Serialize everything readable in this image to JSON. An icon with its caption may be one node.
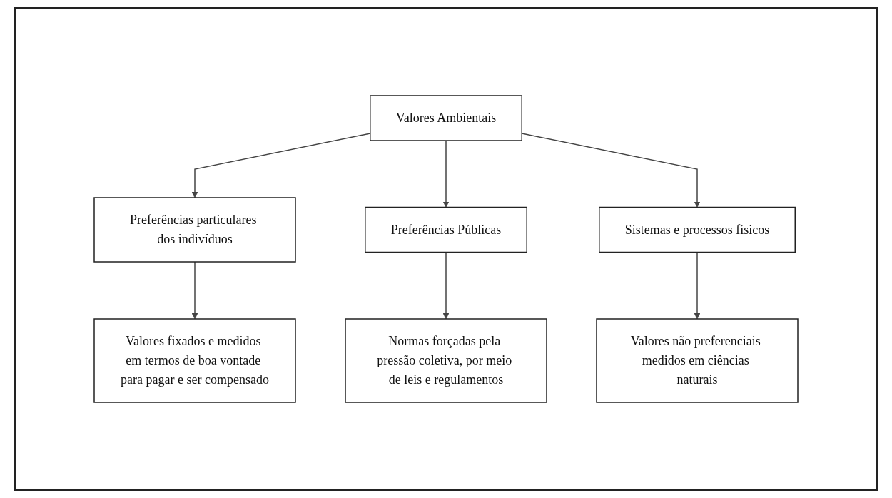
{
  "diagram": {
    "nodes": [
      {
        "text": [
          "Valores Ambientais"
        ]
      },
      {
        "text": [
          "Preferências particulares dos indivíduos"
        ]
      },
      {
        "text": [
          "Preferências Públicas"
        ]
      },
      {
        "text": [
          "Sistemas e processos físicos"
        ]
      },
      {
        "text": [
          "Valores fixados e medidos em termos de boa vontade para pagar e ser compensado"
        ]
      },
      {
        "text": [
          "Normas forçadas pela pressão coletiva, por meio de leis e regulamentos"
        ]
      },
      {
        "text": [
          "Valores não preferenciais medidos em ciências naturais"
        ]
      }
    ],
    "edges": [
      {
        "from": 0,
        "to": 1,
        "arrow": "to"
      },
      {
        "from": 0,
        "to": 2,
        "arrow": "to"
      },
      {
        "from": 0,
        "to": 3,
        "arrow": "to"
      },
      {
        "from": 1,
        "to": 4,
        "arrow": "to"
      },
      {
        "from": 2,
        "to": 5,
        "arrow": "to"
      },
      {
        "from": 3,
        "to": 6,
        "arrow": "to"
      }
    ]
  }
}
